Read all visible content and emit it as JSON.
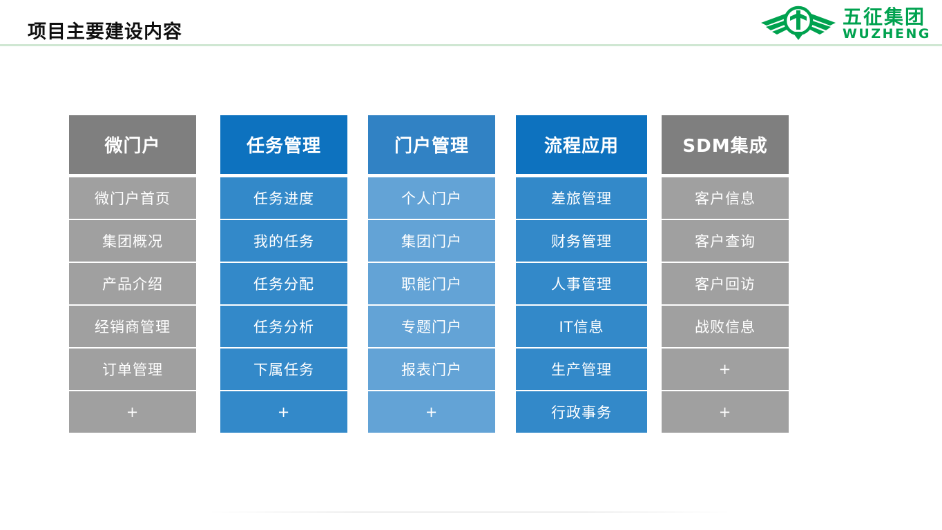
{
  "header": {
    "title": "项目主要建设内容"
  },
  "logo": {
    "company_cn": "五征集团",
    "company_en": "WUZHENG",
    "color": "#00a24f"
  },
  "colors": {
    "gray_header": "#7f7f7f",
    "gray_cell": "#a0a0a0",
    "blue_dark_header": "#0d72bf",
    "blue_dark_cell": "#3389c9",
    "blue_light_header": "#3182c4",
    "blue_light_cell": "#63a3d6",
    "title_rule": "#cfe7d2"
  },
  "columns": [
    {
      "label": "微门户",
      "scheme": "gray",
      "items": [
        "微门户首页",
        "集团概况",
        "产品介绍",
        "经销商管理",
        "订单管理",
        "+"
      ]
    },
    {
      "label": "任务管理",
      "scheme": "blue-dark",
      "items": [
        "任务进度",
        "我的任务",
        "任务分配",
        "任务分析",
        "下属任务",
        "+"
      ]
    },
    {
      "label": "门户管理",
      "scheme": "blue-light",
      "items": [
        "个人门户",
        "集团门户",
        "职能门户",
        "专题门户",
        "报表门户",
        "+"
      ]
    },
    {
      "label": "流程应用",
      "scheme": "blue-dark",
      "items": [
        "差旅管理",
        "财务管理",
        "人事管理",
        "IT信息",
        "生产管理",
        "行政事务"
      ]
    },
    {
      "label": "SDM集成",
      "scheme": "gray",
      "items": [
        "客户信息",
        "客户查询",
        "客户回访",
        "战败信息",
        "+",
        "+"
      ]
    }
  ]
}
